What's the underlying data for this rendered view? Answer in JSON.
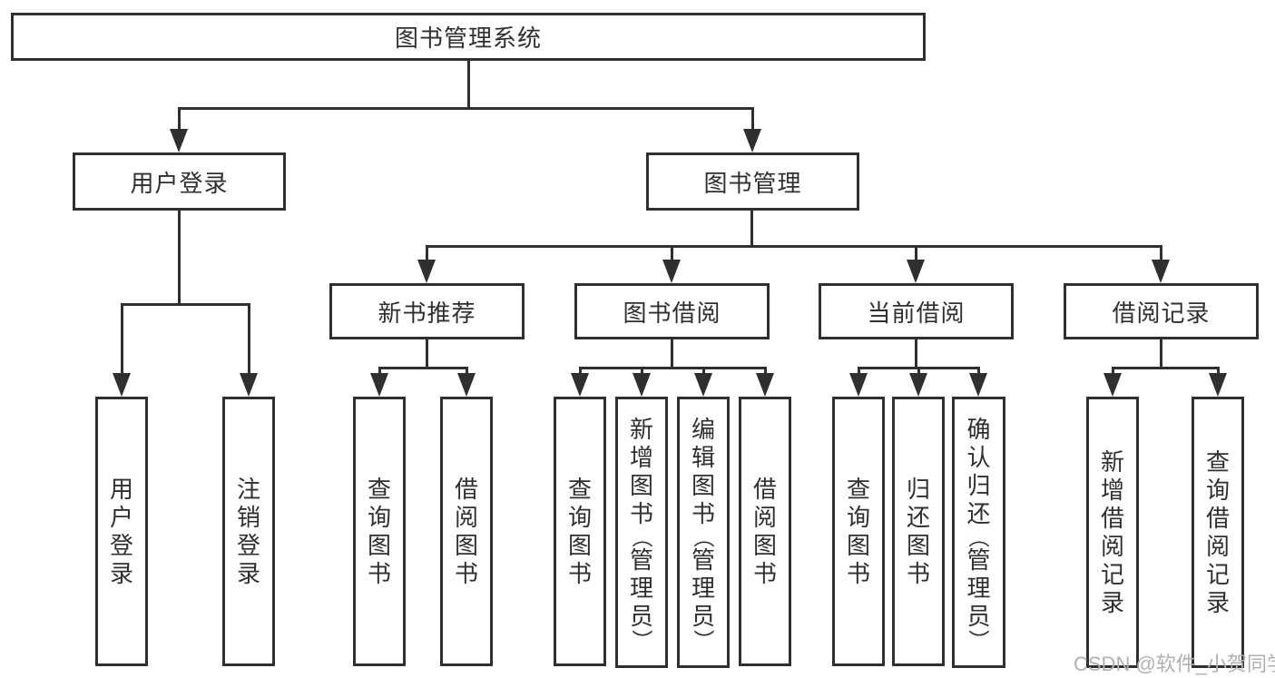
{
  "diagram": {
    "title": "图书管理系统",
    "level2": {
      "user_login": "用户登录",
      "book_mgmt": "图书管理"
    },
    "level3": {
      "new_books": "新书推荐",
      "borrow": "图书借阅",
      "current": "当前借阅",
      "records": "借阅记录"
    },
    "leaves": {
      "user_login": [
        "用户登录",
        "注销登录"
      ],
      "new_books": [
        "查询图书",
        "借阅图书"
      ],
      "borrow": [
        "查询图书",
        "新增图书（管理员）",
        "编辑图书（管理员）",
        "借阅图书"
      ],
      "current": [
        "查询图书",
        "归还图书",
        "确认归还（管理员）"
      ],
      "records": [
        "新增借阅记录",
        "查询借阅记录"
      ]
    },
    "watermark": "CSDN @软件_小贺同学",
    "colors": {
      "line": "#2f2f2f",
      "text": "#2f2f2f",
      "watermark": "#b0b0b0",
      "background": "#ffffff"
    }
  }
}
